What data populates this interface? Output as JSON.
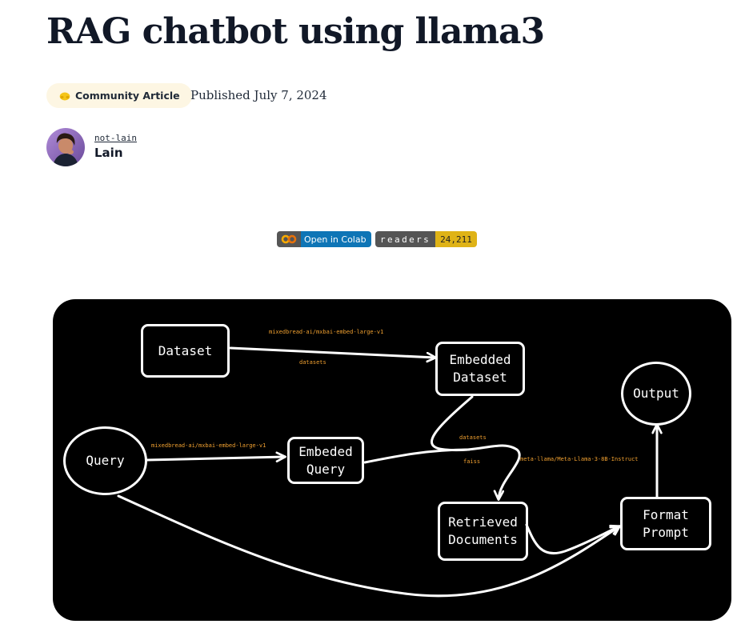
{
  "article": {
    "title": "RAG chatbot using llama3",
    "badge_label": "Community Article",
    "badge_icon": "hugging-face-icon",
    "published": "Published July 7, 2024"
  },
  "author": {
    "username": "not-lain",
    "display_name": "Lain"
  },
  "shields": {
    "colab_label": "Open in Colab",
    "colab_icon": "colab-icon",
    "readers_label": "readers",
    "readers_count": "24,211"
  },
  "diagram": {
    "nodes": {
      "dataset": "Dataset",
      "embedded_dataset": "Embedded\nDataset",
      "output": "Output",
      "query": "Query",
      "embeded_query": "Embeded\nQuery",
      "retrieved_documents": "Retrieved\nDocuments",
      "format_prompt": "Format\nPrompt"
    },
    "edge_labels": {
      "dataset_model": "mixedbread-ai/mxbai-embed-large-v1",
      "dataset_lib": "datasets",
      "query_model": "mixedbread-ai/mxbai-embed-large-v1",
      "retrieve_lib": "datasets",
      "retrieve_index": "faiss",
      "llm_model": "meta-llama/Meta-Llama-3-8B-Instruct"
    }
  },
  "colors": {
    "badge_bg": "#fdf6e3",
    "diagram_bg": "#000000",
    "edge_label": "#f0a030",
    "colab_blue": "#0e75b6",
    "readers_yellow": "#dfb317"
  }
}
